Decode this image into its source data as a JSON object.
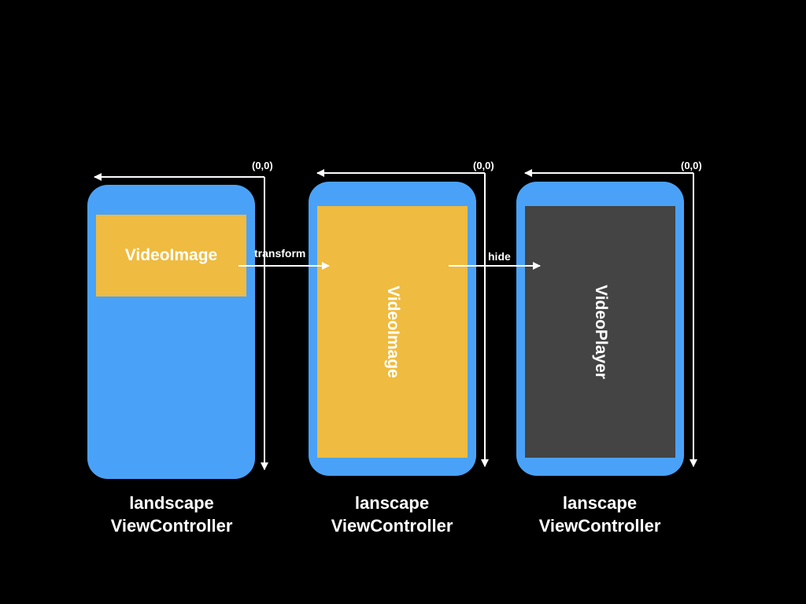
{
  "colors": {
    "background": "#000000",
    "device": "#4aa2f8",
    "video_image": "#efbb40",
    "video_player": "#444444",
    "text": "#ffffff"
  },
  "devices": [
    {
      "origin_label": "(0,0)",
      "screen_label": "VideoImage",
      "caption_line1": "landscape",
      "caption_line2": "ViewController"
    },
    {
      "origin_label": "(0,0)",
      "screen_label": "VideoImage",
      "caption_line1": "lanscape",
      "caption_line2": "ViewController"
    },
    {
      "origin_label": "(0,0)",
      "screen_label": "VideoPlayer",
      "caption_line1": "lanscape",
      "caption_line2": "ViewController"
    }
  ],
  "transitions": [
    {
      "label": "transform"
    },
    {
      "label": "hide"
    }
  ]
}
